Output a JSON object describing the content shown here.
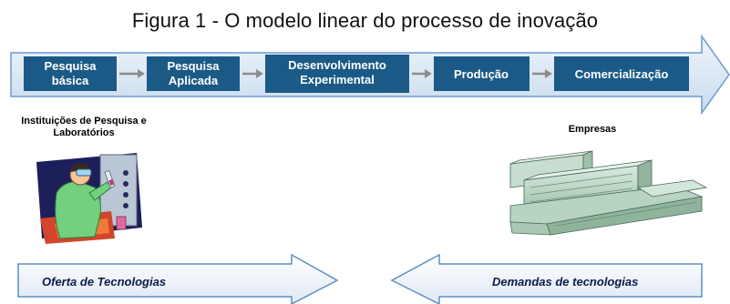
{
  "title": "Figura 1 - O modelo linear do processo de inovação",
  "stages": [
    {
      "line1": "Pesquisa",
      "line2": "básica"
    },
    {
      "line1": "Pesquisa",
      "line2": "Aplicada"
    },
    {
      "line1": "Desenvolvimento",
      "line2": "Experimental"
    },
    {
      "line1": "Produção",
      "line2": ""
    },
    {
      "line1": "Comercialização",
      "line2": ""
    }
  ],
  "left_actor": {
    "line1": "Instituições de Pesquisa e",
    "line2": "Laboratórios",
    "icon": "scientist-lab-icon"
  },
  "right_actor": {
    "line1": "Empresas",
    "icon": "factory-buildings-icon"
  },
  "supply_arrow": {
    "label": "Oferta de Tecnologias"
  },
  "demand_arrow": {
    "label": "Demandas de tecnologias"
  },
  "colors": {
    "stage_box": "#1b5a86",
    "banner_fill": "#dbe7f4",
    "banner_stroke": "#5b8fc7",
    "connector": "#8c8c8c",
    "flow_text": "#0b1b4a"
  }
}
